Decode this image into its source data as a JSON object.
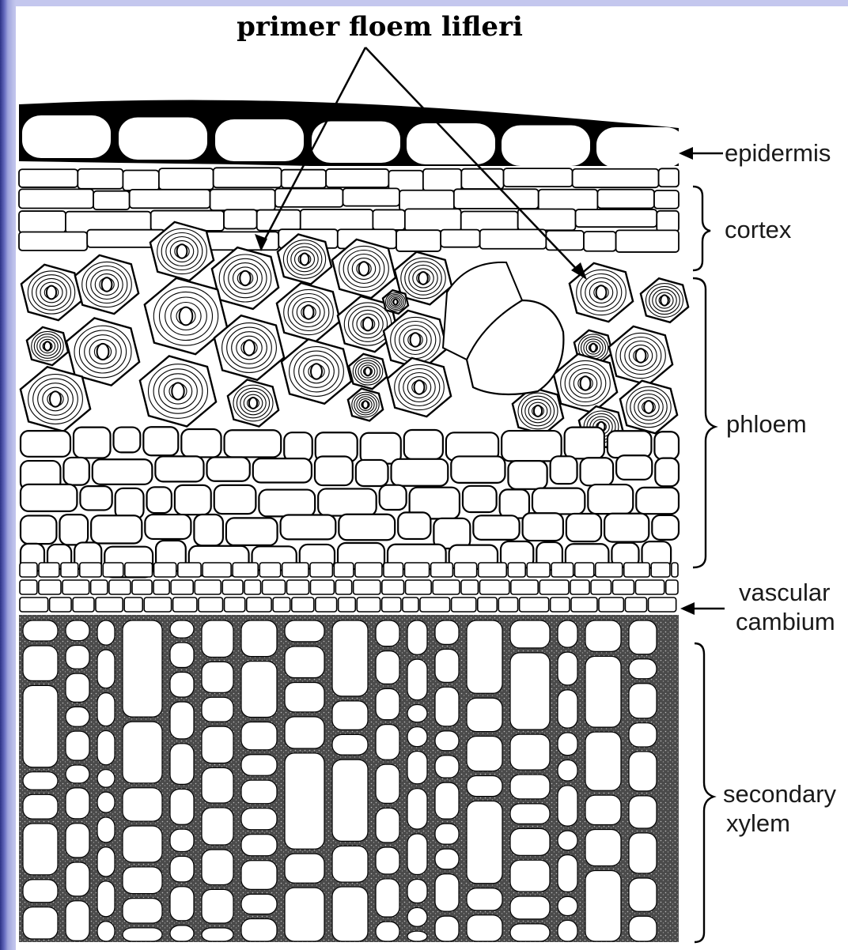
{
  "title": "primer floem lifleri",
  "labels": {
    "epidermis": "epidermis",
    "cortex": "cortex",
    "phloem": "phloem",
    "vascular_cambium_line1": "vascular",
    "vascular_cambium_line2": "cambium",
    "secondary_xylem_line1": "secondary",
    "secondary_xylem_line2": "xylem"
  },
  "colors": {
    "frame": "#3a3f8e",
    "paper": "#ffffff",
    "ink": "#000000",
    "xylem_wall": "#3a3a3a"
  }
}
